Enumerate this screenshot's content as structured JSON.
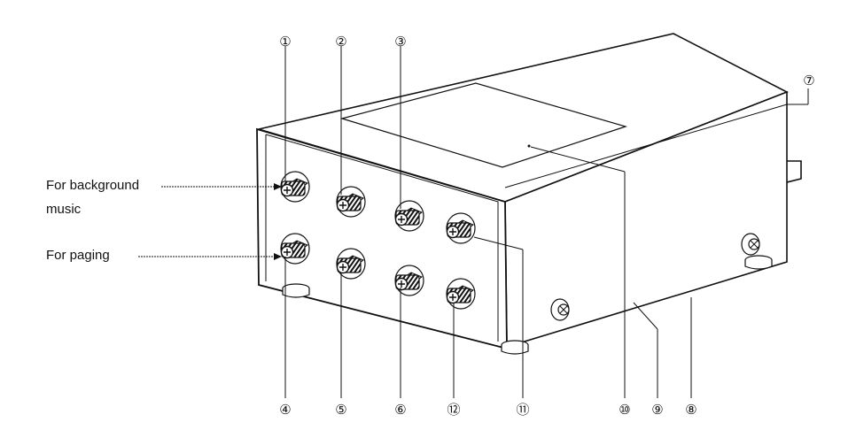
{
  "labels": {
    "background_music_line1": "For background",
    "background_music_line2": "music",
    "paging": "For paging"
  },
  "callouts": [
    "①",
    "②",
    "③",
    "④",
    "⑤",
    "⑥",
    "⑦",
    "⑧",
    "⑨",
    "⑩",
    "⑪",
    "⑫"
  ]
}
